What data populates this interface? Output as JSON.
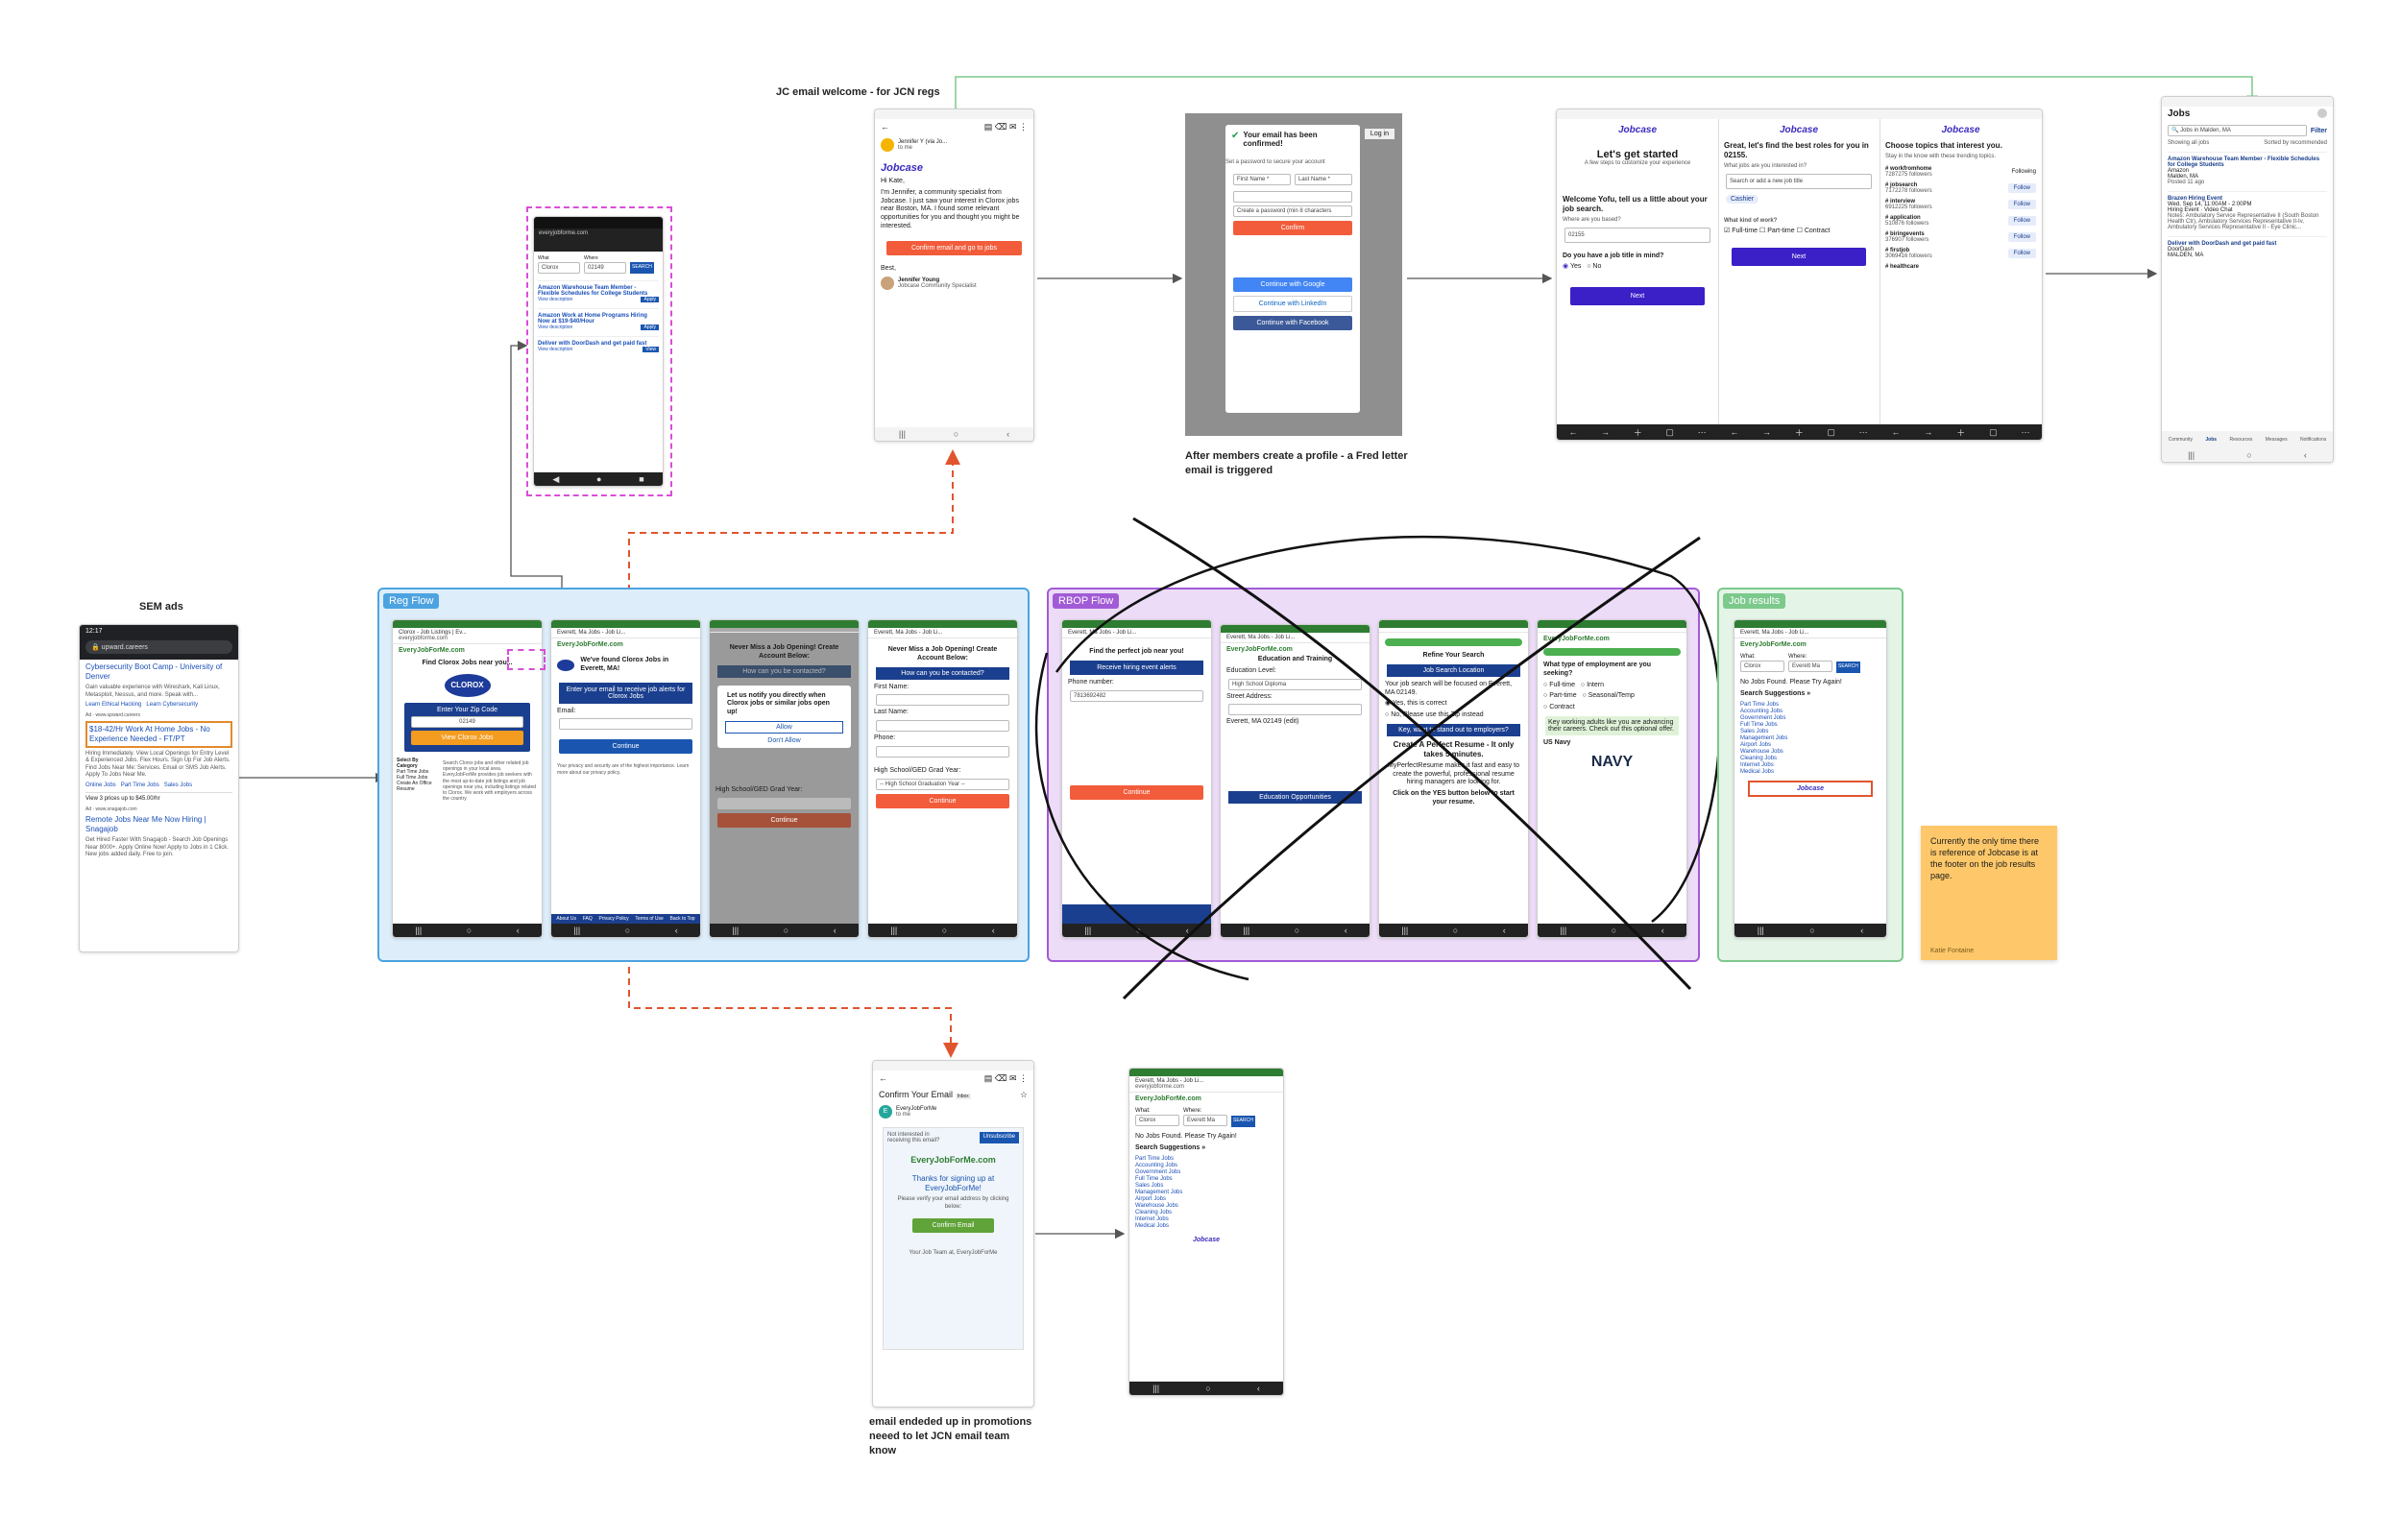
{
  "annotations": {
    "jc_email_welcome": "JC email welcome - for JCN regs",
    "sem_ads": "SEM ads",
    "after_profile": "After members create a profile - a Fred letter email is triggered",
    "promotions_note": "email endeded up in promotions neeed to let JCN email team know"
  },
  "groups": {
    "reg_flow": "Reg Flow",
    "rbop_flow": "RBOP Flow",
    "job_results": "Job results"
  },
  "sticky": {
    "text": "Currently the only time there is reference of Jobcase is at the footer on the job results page.",
    "author": "Katie Fontaine"
  },
  "colors": {
    "reg_flow": "#4da3e0",
    "rbop_flow": "#a25bd6",
    "job_results": "#7cc98c",
    "sticky": "#fec86a",
    "dashed_arrow": "#e0552e",
    "jobcase": "#3b2bbf",
    "ejfm": "#2e7d32"
  },
  "sem": {
    "time": "12:17",
    "url": "upward.careers",
    "ad1_title": "Cybersecurity Boot Camp - University of Denver",
    "ad1_body": "Gain valuable experience with Wireshark, Kali Linux, Metasploit, Nessus, and more. Speak with...",
    "ad1_links": [
      "Learn Ethical Hacking",
      "Learn Cybersecurity"
    ],
    "ad2_source": "Ad · www.upward.careers",
    "ad2_title": "$18-42/Hr Work At Home Jobs - No Experience Needed - FT/PT",
    "ad2_body": "Hiring Immediately. View Local Openings for Entry Level & Experienced Jobs. Flex Hours. Sign Up For Job Alerts. Find Jobs Near Me: Services. Email or SMS Job Alerts. Apply To Jobs Near Me.",
    "ad2_links": [
      "Online Jobs",
      "Part Time Jobs",
      "Sales Jobs"
    ],
    "prices": "View 3 prices up to $45.00/hr",
    "ad3_source": "Ad · www.snagajob.com",
    "ad3_title": "Remote Jobs Near Me Now Hiring | Snagajob",
    "ad3_body": "Get Hired Faster With Snagajob - Search Job Openings Near 8000+. Apply Online Now! Apply to Jobs in 1 Click. New jobs added daily. Free to join."
  },
  "jc_email": {
    "from": "Jennifer Y (via Jo...",
    "to": "to me",
    "logo": "Jobcase",
    "greeting": "Hi Kate,",
    "body": "I'm Jennifer, a community specialist from Jobcase. I just saw your interest in Clorox jobs near Boston, MA. I found some relevant opportunities for you and thought you might be interested.",
    "cta": "Confirm email and go to jobs",
    "signoff": "Best,",
    "sender_name": "Jennifer Young",
    "sender_title": "Jobcase Community Specialist"
  },
  "confirm_modal": {
    "title": "Your email has been confirmed!",
    "subtitle": "Set a password to secure your account",
    "first_name": "First Name *",
    "last_name": "Last Name *",
    "password": "Create a password (min 8 characters",
    "confirm": "Confirm",
    "google": "Continue with Google",
    "linkedin": "Continue with LinkedIn",
    "facebook": "Continue with Facebook",
    "login": "Log in"
  },
  "jobcase_onboarding": {
    "s1_title": "Let's get started",
    "s1_sub": "A few steps to customize your experience",
    "s1_q": "Welcome Yofu, tell us a little about your job search.",
    "s1_where": "Where are you based?",
    "s1_zip": "02155",
    "s1_title_q": "Do you have a job title in mind?",
    "s1_yes": "Yes",
    "s1_no": "No",
    "next": "Next",
    "s2_title": "Great, let's find the best roles for you in 02155.",
    "s2_q1": "What jobs are you interested in?",
    "s2_search": "Search or add a new job title",
    "s2_chip": "Cashier",
    "s2_q2": "What kind of work?",
    "s2_opts": [
      "Full-time",
      "Part-time",
      "Contract"
    ],
    "s3_title": "Choose topics that interest you.",
    "s3_sub": "Stay in the know with these trending topics.",
    "s3_topics": [
      {
        "name": "# workfromhome",
        "count": "7287275 followers",
        "action": "Following"
      },
      {
        "name": "# jobsearch",
        "count": "7172278 followers",
        "action": "Follow"
      },
      {
        "name": "# interview",
        "count": "6912225 followers",
        "action": "Follow"
      },
      {
        "name": "# application",
        "count": "510876 followers",
        "action": "Follow"
      },
      {
        "name": "# biringevents",
        "count": "376907 followers",
        "action": "Follow"
      },
      {
        "name": "# firstjob",
        "count": "3069416 followers",
        "action": "Follow"
      },
      {
        "name": "# healthcare",
        "count": "",
        "action": ""
      }
    ]
  },
  "jobs_app": {
    "title": "Jobs",
    "search": "Jobs in Malden, MA",
    "filter": "Filter",
    "showing": "Showing all jobs",
    "sorted": "Sorted by recommended",
    "jobs": [
      {
        "title": "Amazon Warehouse Team Member - Flexible Schedules for College Students",
        "company": "Amazon",
        "loc": "Malden, MA",
        "posted": "Posted 11 ago"
      },
      {
        "title": "Brazen Hiring Event",
        "company": "Wed, Sep 14, 11:00AM - 2:00PM",
        "loc": "Hiring Event · Video Chat",
        "posted": "Notes: Ambulatory Service Representative II (South Boston Health Ctr), Ambulatory Services Representative II-Iv, Ambulatory Services Representative II - Eye Clinic..."
      },
      {
        "title": "Deliver with DoorDash and get paid fast",
        "company": "DoorDash",
        "loc": "MALDEN, MA",
        "posted": ""
      }
    ],
    "tabs": [
      "Community",
      "Jobs",
      "Resources",
      "Messages",
      "Notifications"
    ]
  },
  "reg_flow": {
    "p1_tab": "Clorox - Job Listings | Ev...",
    "p1_url": "everyjobforme.com",
    "p1_heading": "Find Clorox Jobs near you...",
    "p1_zip_label": "Enter Your Zip Code",
    "p1_zip": "02149",
    "p1_cta": "View Clorox Jobs",
    "p1_body": "Search Clorox jobs and other related job openings in your local area. EveryJobForMe provides job seekers with the most up-to-date job listings and job openings near you, including listings related to Clorox. We work with employers across the country",
    "p1_cats": [
      "Select By Category",
      "Part Time Jobs",
      "Full Time Jobs",
      "Create An Office",
      "Resume"
    ],
    "p2_tab": "Everett, Ma Jobs - Job Li...",
    "p2_heading": "We've found Clorox Jobs in Everett, MA!",
    "p2_banner": "Enter your email to receive job alerts for Clorox Jobs",
    "p2_email": "Email:",
    "p2_cta": "Continue",
    "p2_privacy": "Your privacy and security are of the highest importance. Learn more about our privacy policy.",
    "p3_heading": "Never Miss a Job Opening! Create Account Below:",
    "p3_banner": "How can you be contacted?",
    "p3_popup": "Let us notify you directly when Clorox jobs or similar jobs open up!",
    "p3_allow": "Allow",
    "p3_deny": "Don't Allow",
    "p3_grad": "High School/GED Grad Year:",
    "p3_cta": "Continue",
    "p4_heading": "Never Miss a Job Opening! Create Account Below:",
    "p4_banner": "How can you be contacted?",
    "p4_fields": [
      "First Name:",
      "Last Name:",
      "Phone:"
    ],
    "p4_grad": "High School/GED Grad Year:",
    "p4_grad_sel": "-- High School Graduation Year --",
    "p4_cta": "Continue",
    "footer": [
      "About Us",
      "FAQ",
      "Privacy Policy",
      "Terms of Use",
      "Back to Top"
    ]
  },
  "rbop_flow": {
    "p1_heading": "Find the perfect job near you!",
    "p1_banner": "Receive hiring event alerts",
    "p1_phone_label": "Phone number:",
    "p1_phone": "7813692482",
    "p1_cta": "Continue",
    "p2_heading": "Education and Training",
    "p2_level": "Education Level:",
    "p2_level_val": "High School Diploma",
    "p2_street": "Street Address:",
    "p2_city": "Everett, MA 02149 (edit)",
    "p2_opps": "Education Opportunities",
    "p3_heading": "Refine Your Search",
    "p3_banner": "Job Search Location",
    "p3_q": "Your job search will be focused on Everett, MA 02149.",
    "p3_yes": "Yes, this is correct",
    "p3_no": "No, Please use this Zip instead",
    "p3_stand": "Key, want to stand out to employers?",
    "p3_resume": "Create A Perfect Resume - It only takes 5 minutes.",
    "p3_resume_body": "MyPerfectResume makes it fast and easy to create the powerful, professional resume hiring managers are looking for.",
    "p3_cta": "Click on the YES button below to start your resume.",
    "p4_q": "What type of employment are you seeking?",
    "p4_opts": [
      "Full-time",
      "Intern",
      "Part-time",
      "Seasonal/Temp",
      "Contract"
    ],
    "p4_note": "Key working adults like you are advancing their careers. Check out this optional offer.",
    "p4_navy": "US Navy",
    "p4_navy_logo": "NAVY"
  },
  "job_results": {
    "tab": "Everett, Ma Jobs - Job Li...",
    "what": "What:",
    "where": "Where:",
    "what_val": "Clorox",
    "where_val": "Everett Ma",
    "search": "SEARCH",
    "none": "No Jobs Found. Please Try Again!",
    "suggest": "Search Suggestions »",
    "links": [
      "Part Time Jobs",
      "Accounting Jobs",
      "Government Jobs",
      "Full Time Jobs",
      "Sales Jobs",
      "Management Jobs",
      "Airport Jobs",
      "Warehouse Jobs",
      "Cleaning Jobs",
      "Internet Jobs",
      "Medical Jobs"
    ],
    "footer_brand": "Jobcase"
  },
  "small_phone": {
    "url": "everyjobforme.com",
    "what": "What",
    "where": "Where",
    "what_val": "Clorox",
    "where_val": "02149",
    "search": "SEARCH",
    "jobs": [
      {
        "title": "Amazon Warehouse Team Member - Flexible Schedules for College Students",
        "link": "View description",
        "btn": "Apply"
      },
      {
        "title": "Amazon Work at Home Programs Hiring Now at $19-$40/Hour",
        "link": "View description",
        "btn": "Apply"
      },
      {
        "title": "Deliver with DoorDash and get paid fast",
        "link": "View description",
        "btn": "View"
      }
    ]
  },
  "confirm_email": {
    "subject": "Confirm Your Email",
    "tag": "Inbox",
    "from": "EveryJobForMe",
    "to": "to me",
    "not_interested": "Not interested in receiving this email?",
    "unsubscribe": "Unsubscribe",
    "logo": "EveryJobForMe.com",
    "thanks": "Thanks for signing up at EveryJobForMe!",
    "verify": "Please verify your email address by clicking below:",
    "cta": "Confirm Email",
    "sign": "Your Job Team at, EveryJobForMe"
  },
  "bottom_results": {
    "tab": "Everett, Ma Jobs - Job Li...",
    "url": "everyjobforme.com",
    "what": "What:",
    "where": "Where:",
    "what_val": "Clorox",
    "where_val": "Everett Ma",
    "search": "SEARCH",
    "none": "No Jobs Found. Please Try Again!",
    "suggest": "Search Suggestions »",
    "links": [
      "Part Time Jobs",
      "Accounting Jobs",
      "Government Jobs",
      "Full Time Jobs",
      "Sales Jobs",
      "Management Jobs",
      "Airport Jobs",
      "Warehouse Jobs",
      "Cleaning Jobs",
      "Internet Jobs",
      "Medical Jobs"
    ],
    "footer_brand": "Jobcase"
  }
}
